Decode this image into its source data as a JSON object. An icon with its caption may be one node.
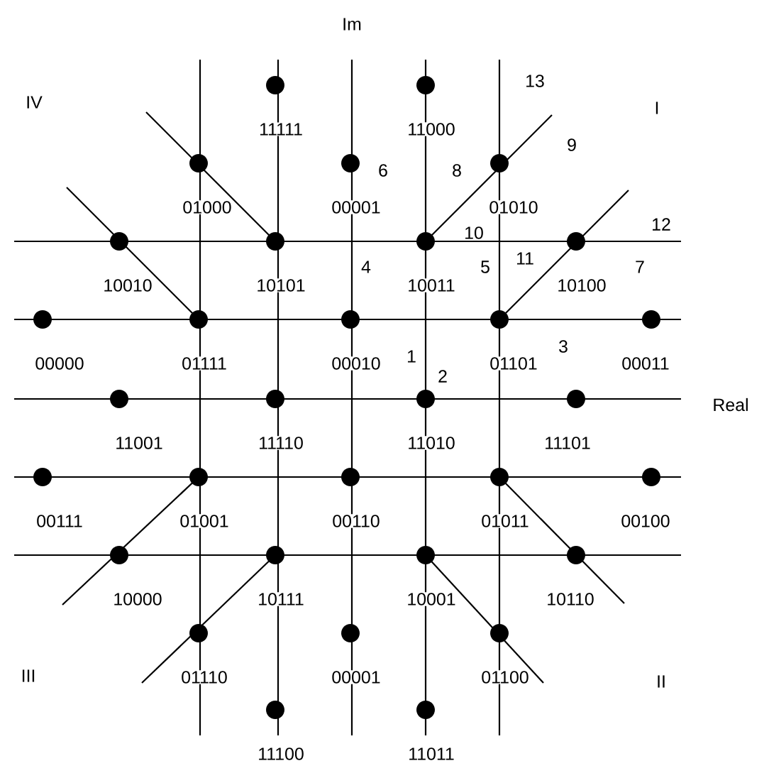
{
  "diagram": {
    "nodes": [
      {
        "text": [],
        "shape": "circle",
        "beside": [
          "11111"
        ]
      },
      {
        "text": [],
        "shape": "circle",
        "beside": [
          "11000"
        ]
      },
      {
        "text": [],
        "shape": "circle",
        "beside": [
          "01000"
        ]
      },
      {
        "text": [],
        "shape": "circle",
        "beside": [
          "00001"
        ]
      },
      {
        "text": [],
        "shape": "circle",
        "beside": [
          "01010"
        ]
      },
      {
        "text": [],
        "shape": "circle",
        "beside": [
          "10010"
        ]
      },
      {
        "text": [],
        "shape": "circle",
        "beside": [
          "10101"
        ]
      },
      {
        "text": [],
        "shape": "circle",
        "beside": [
          "10011"
        ]
      },
      {
        "text": [],
        "shape": "circle",
        "beside": [
          "10100"
        ]
      },
      {
        "text": [],
        "shape": "circle",
        "beside": [
          "00000"
        ]
      },
      {
        "text": [],
        "shape": "circle",
        "beside": [
          "01111"
        ]
      },
      {
        "text": [],
        "shape": "circle",
        "beside": [
          "00010"
        ]
      },
      {
        "text": [],
        "shape": "circle",
        "beside": [
          "01101"
        ]
      },
      {
        "text": [],
        "shape": "circle",
        "beside": [
          "00011"
        ]
      },
      {
        "text": [],
        "shape": "circle",
        "beside": [
          "11001"
        ]
      },
      {
        "text": [],
        "shape": "circle",
        "beside": [
          "11110"
        ]
      },
      {
        "text": [],
        "shape": "circle",
        "beside": [
          "11010"
        ]
      },
      {
        "text": [],
        "shape": "circle",
        "beside": [
          "11101"
        ]
      },
      {
        "text": [],
        "shape": "circle",
        "beside": [
          "00111"
        ]
      },
      {
        "text": [],
        "shape": "circle",
        "beside": [
          "01001"
        ]
      },
      {
        "text": [],
        "shape": "circle",
        "beside": [
          "00110"
        ]
      },
      {
        "text": [],
        "shape": "circle",
        "beside": [
          "01011"
        ]
      },
      {
        "text": [],
        "shape": "circle",
        "beside": [
          "00100"
        ]
      },
      {
        "text": [],
        "shape": "circle",
        "beside": [
          "10000"
        ]
      },
      {
        "text": [],
        "shape": "circle",
        "beside": [
          "10111"
        ]
      },
      {
        "text": [],
        "shape": "circle",
        "beside": [
          "10001"
        ]
      },
      {
        "text": [],
        "shape": "circle",
        "beside": [
          "10110"
        ]
      },
      {
        "text": [],
        "shape": "circle",
        "beside": [
          "01110"
        ]
      },
      {
        "text": [],
        "shape": "circle",
        "beside": [
          "00001"
        ]
      },
      {
        "text": [],
        "shape": "circle",
        "beside": [
          "01100"
        ]
      },
      {
        "text": [],
        "shape": "circle",
        "beside": [
          "11100"
        ]
      },
      {
        "text": [],
        "shape": "circle",
        "beside": [
          "11011"
        ]
      }
    ],
    "labels": [
      "Im",
      "IV",
      "13",
      "I",
      "9",
      "6",
      "8",
      "12",
      "10",
      "11",
      "4",
      "5",
      "7",
      "3",
      "1",
      "2",
      "Real",
      "III",
      "II"
    ]
  }
}
